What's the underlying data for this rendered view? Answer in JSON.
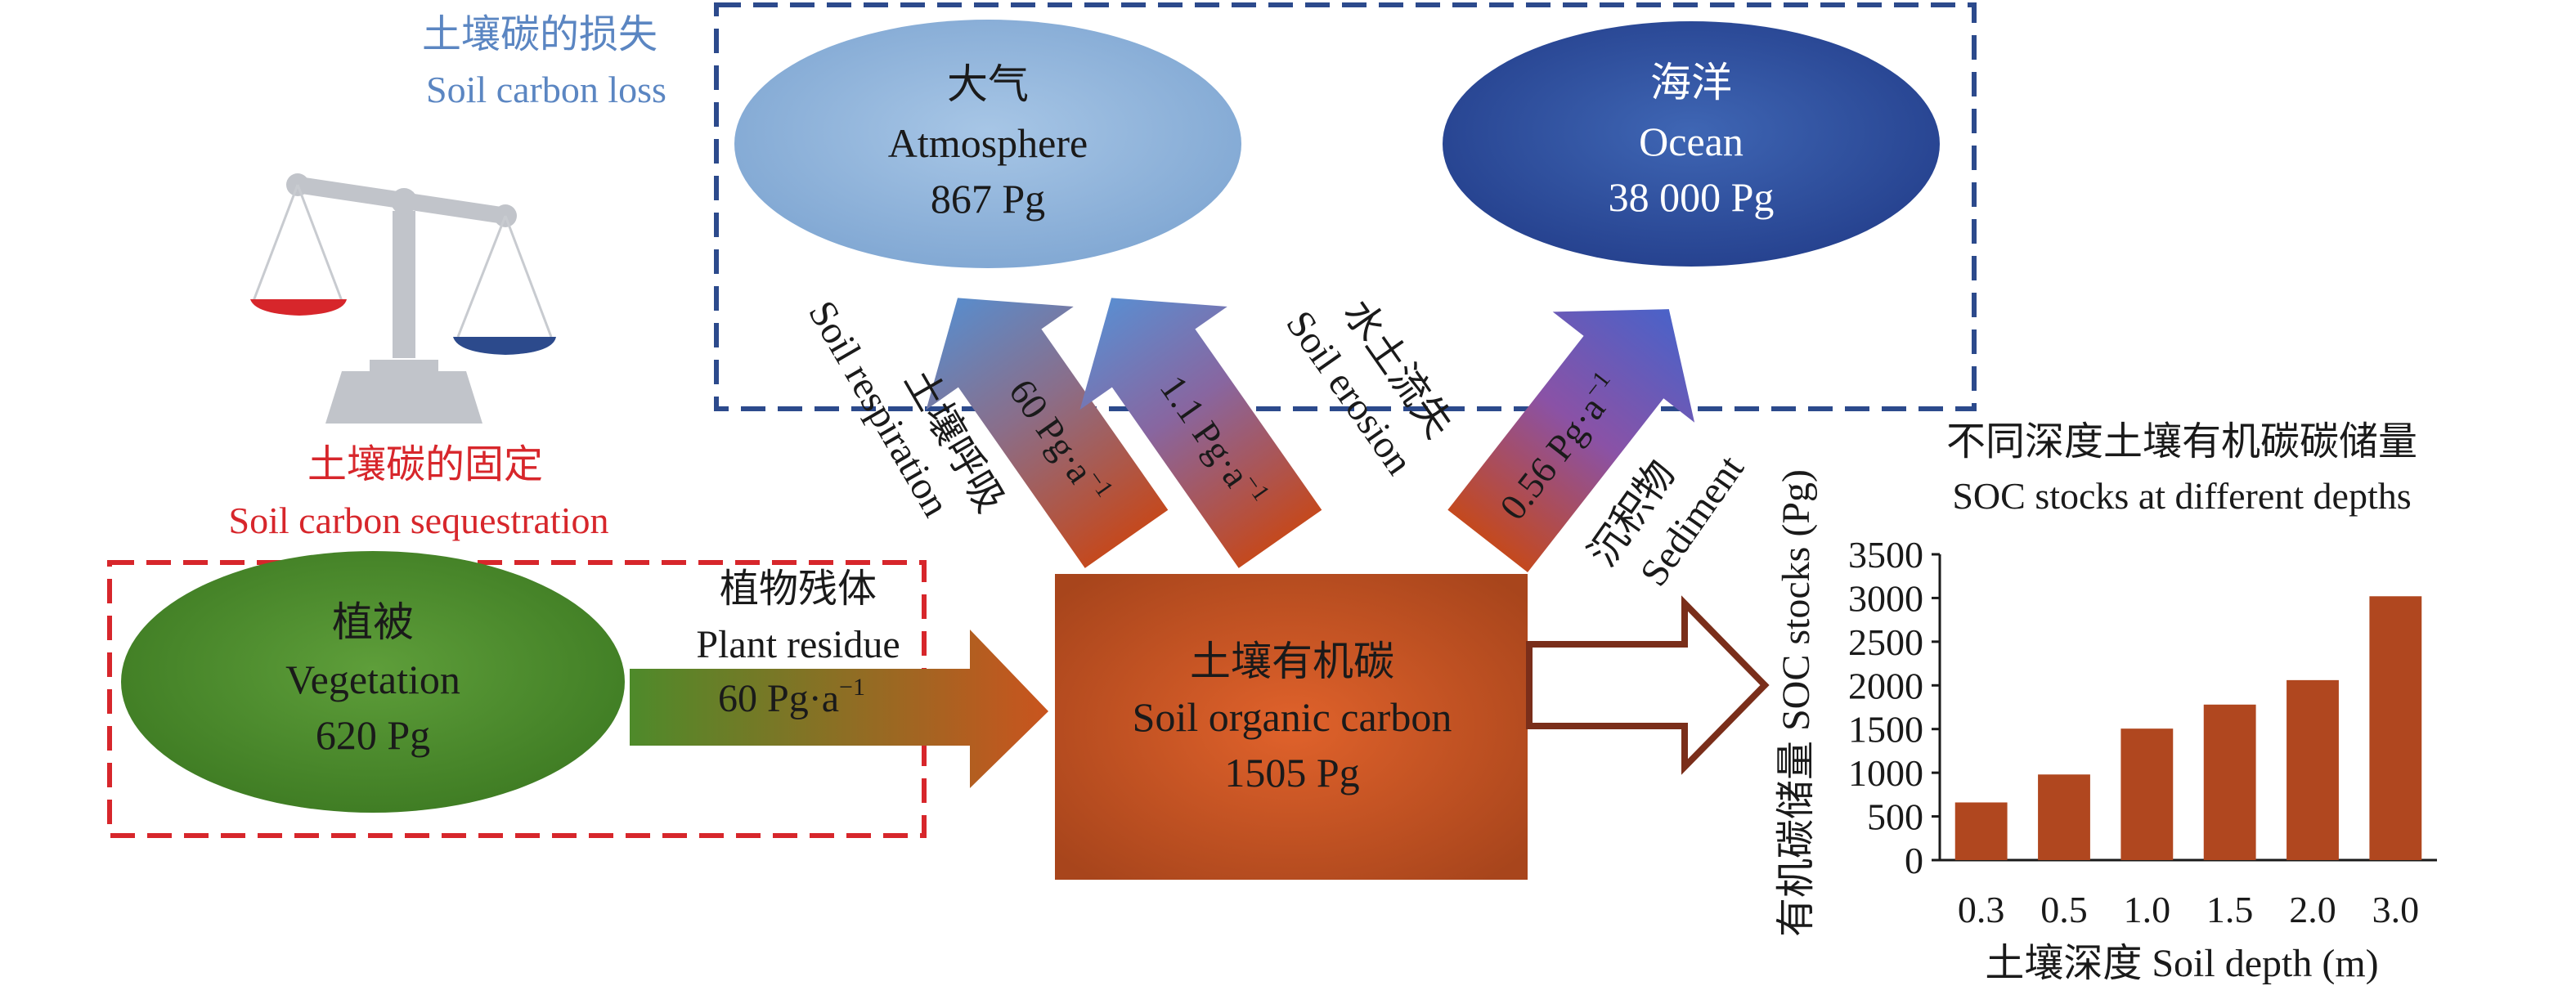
{
  "loss": {
    "cn": "土壤碳的损失",
    "en": "Soil carbon loss",
    "color": "#5b86c2"
  },
  "sequestration": {
    "cn": "土壤碳的固定",
    "en": "Soil carbon sequestration",
    "color": "#d7262b"
  },
  "atmosphere": {
    "cn": "大气",
    "en": "Atmosphere",
    "value": "867 Pg"
  },
  "ocean": {
    "cn": "海洋",
    "en": "Ocean",
    "value": "38 000 Pg"
  },
  "vegetation": {
    "cn": "植被",
    "en": "Vegetation",
    "value": "620 Pg"
  },
  "soc_box": {
    "cn": "土壤有机碳",
    "en": "Soil organic carbon",
    "value": "1505 Pg"
  },
  "plant_residue": {
    "cn": "植物残体",
    "en": "Plant residue",
    "flux": "60 Pg·a",
    "exp": "−1"
  },
  "respiration": {
    "cn": "土壤呼吸",
    "en": "Soil respiration",
    "flux": "60 Pg·a",
    "exp": "−1"
  },
  "erosion": {
    "cn": "水土流失",
    "en": "Soil erosion",
    "flux": "1.1 Pg·a",
    "exp": "−1"
  },
  "sediment": {
    "cn": "沉积物",
    "en": "Sediment",
    "flux": "0.56 Pg·a",
    "exp": "−1"
  },
  "chart_data": {
    "type": "bar",
    "title_cn": "不同深度土壤有机碳碳储量",
    "title_en": "SOC stocks at different depths",
    "ylabel": "有机碳储量 SOC stocks (Pg)",
    "xlabel": "土壤深度 Soil depth (m)",
    "categories": [
      "0.3",
      "0.5",
      "1.0",
      "1.5",
      "2.0",
      "3.0"
    ],
    "values": [
      660,
      980,
      1505,
      1780,
      2060,
      3020
    ],
    "ylim": [
      0,
      3500
    ],
    "yticks": [
      0,
      500,
      1000,
      1500,
      2000,
      2500,
      3000,
      3500
    ],
    "bar_color": "#b0471f"
  }
}
